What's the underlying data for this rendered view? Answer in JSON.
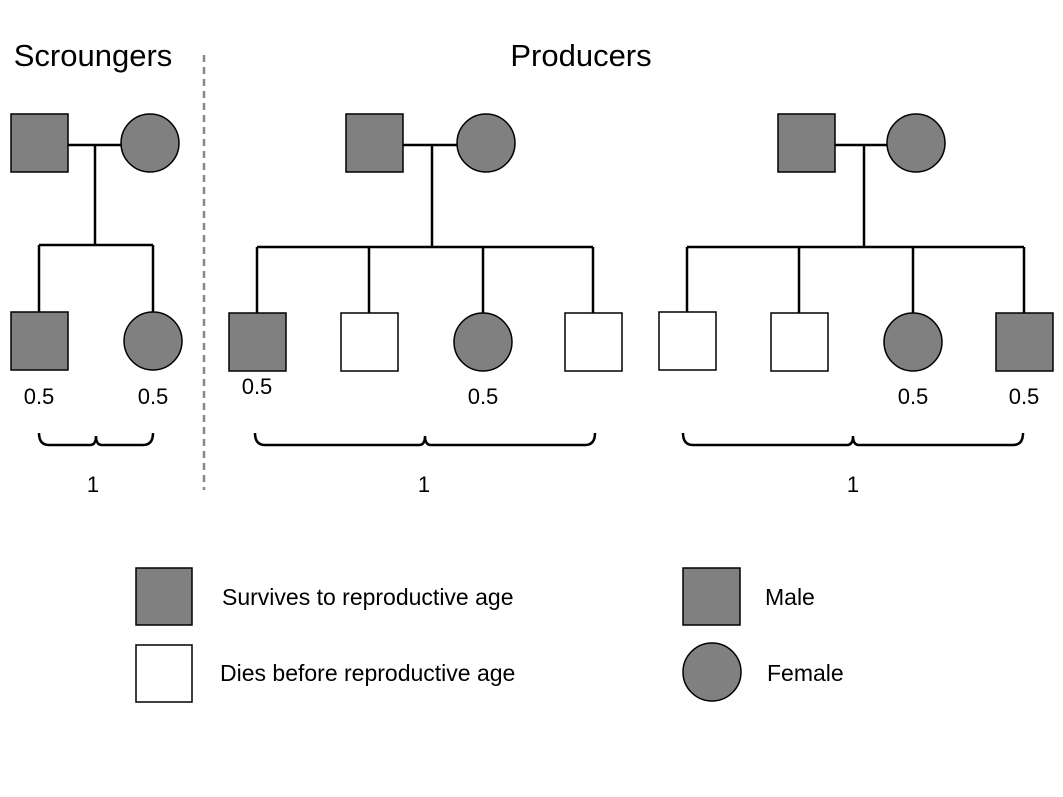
{
  "headers": {
    "scroungers": "Scroungers",
    "producers": "Producers"
  },
  "colors": {
    "filled": "#808080",
    "empty": "#ffffff",
    "stroke": "#000000",
    "divider": "#888888"
  },
  "families": [
    {
      "parents": [
        {
          "shape": "square",
          "fill": "filled"
        },
        {
          "shape": "circle",
          "fill": "filled"
        }
      ],
      "children": [
        {
          "shape": "square",
          "fill": "filled",
          "label": "0.5"
        },
        {
          "shape": "circle",
          "fill": "filled",
          "label": "0.5"
        }
      ],
      "total": "1"
    },
    {
      "parents": [
        {
          "shape": "square",
          "fill": "filled"
        },
        {
          "shape": "circle",
          "fill": "filled"
        }
      ],
      "children": [
        {
          "shape": "square",
          "fill": "filled",
          "label": "0.5"
        },
        {
          "shape": "square",
          "fill": "empty",
          "label": ""
        },
        {
          "shape": "circle",
          "fill": "filled",
          "label": "0.5"
        },
        {
          "shape": "square",
          "fill": "empty",
          "label": ""
        }
      ],
      "total": "1"
    },
    {
      "parents": [
        {
          "shape": "square",
          "fill": "filled"
        },
        {
          "shape": "circle",
          "fill": "filled"
        }
      ],
      "children": [
        {
          "shape": "square",
          "fill": "empty",
          "label": ""
        },
        {
          "shape": "square",
          "fill": "empty",
          "label": ""
        },
        {
          "shape": "circle",
          "fill": "filled",
          "label": "0.5"
        },
        {
          "shape": "square",
          "fill": "filled",
          "label": "0.5"
        }
      ],
      "total": "1"
    }
  ],
  "legend": {
    "survives": {
      "label": "Survives to reproductive age",
      "shape": "square",
      "fill": "filled"
    },
    "dies": {
      "label": "Dies before reproductive age",
      "shape": "square",
      "fill": "empty"
    },
    "male": {
      "label": "Male",
      "shape": "square",
      "fill": "filled"
    },
    "female": {
      "label": "Female",
      "shape": "circle",
      "fill": "filled"
    }
  }
}
